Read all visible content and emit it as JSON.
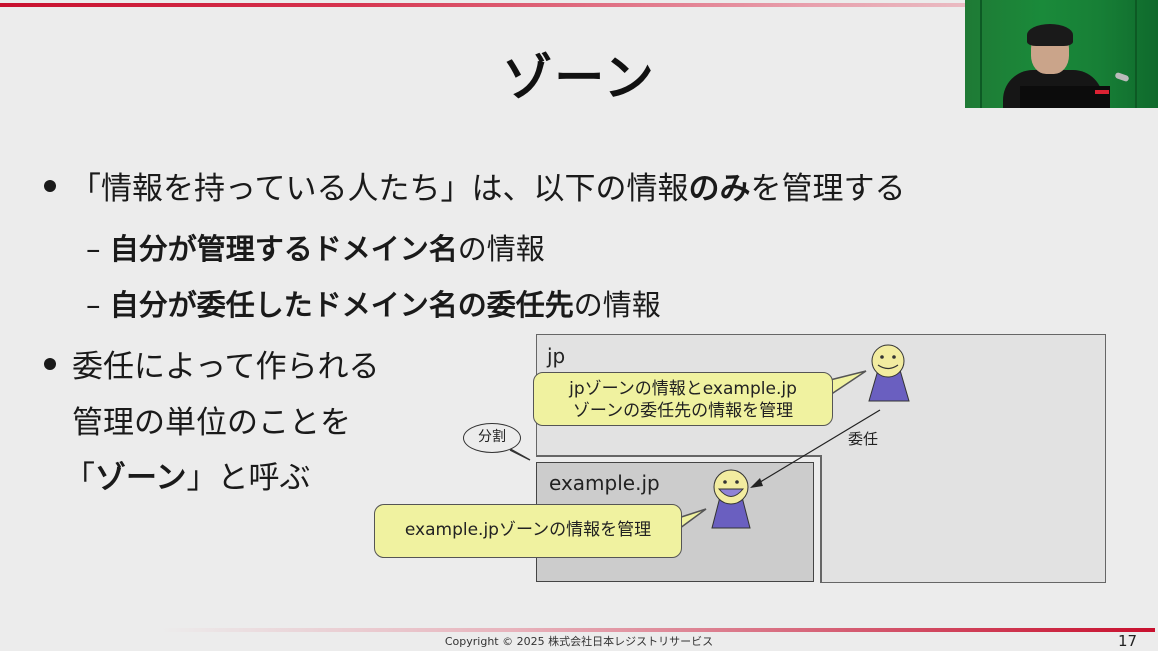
{
  "slide": {
    "title": "ゾーン",
    "page_number": "17",
    "footer": "Copyright © 2025 株式会社日本レジストリサービス",
    "colors": {
      "accent_red": "#c8102e",
      "bubble_fill": "#f0f2a0",
      "person_body": "#6a5fc0",
      "person_face": "#f2eca0",
      "zone_jp_fill": "#e2e2e2",
      "zone_example_fill": "#cccccc",
      "background": "#ececec"
    }
  },
  "bullets": [
    {
      "parts": [
        {
          "text": "「情報を持っている人たち」は、以下の情報",
          "bold": false
        },
        {
          "text": "のみ",
          "bold": true
        },
        {
          "text": "を管理する",
          "bold": false
        }
      ],
      "sub": [
        {
          "parts": [
            {
              "text": "自分が管理するドメイン名",
              "bold": true
            },
            {
              "text": "の情報",
              "bold": false
            }
          ]
        },
        {
          "parts": [
            {
              "text": "自分が委任したドメイン名の委任先",
              "bold": true
            },
            {
              "text": "の情報",
              "bold": false
            }
          ]
        }
      ]
    },
    {
      "lines": [
        {
          "parts": [
            {
              "text": "委任によって作られる",
              "bold": false
            }
          ]
        },
        {
          "parts": [
            {
              "text": "管理の単位のことを",
              "bold": false
            }
          ]
        },
        {
          "parts": [
            {
              "text": "「",
              "bold": false
            },
            {
              "text": "ゾーン",
              "bold": true
            },
            {
              "text": "」と呼ぶ",
              "bold": false
            }
          ]
        }
      ]
    }
  ],
  "sub_dash": "–",
  "diagram": {
    "zone_jp_label": "jp",
    "zone_example_label": "example.jp",
    "jp_bubble_line1": "jpゾーンの情報とexample.jp",
    "jp_bubble_line2": "ゾーンの委任先の情報を管理",
    "example_bubble": "example.jpゾーンの情報を管理",
    "split_label": "分割",
    "delegate_label": "委任",
    "icons": [
      "person-smiling-icon",
      "person-laughing-icon",
      "delegation-arrow-icon"
    ]
  },
  "webcam": {
    "icon": "presenter-video-feed"
  }
}
